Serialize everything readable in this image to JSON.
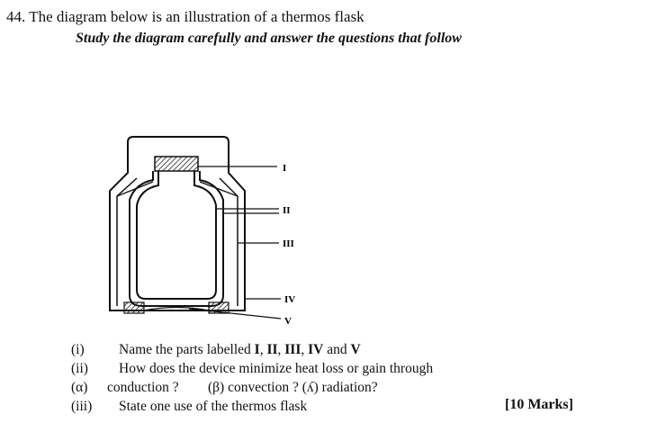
{
  "question": {
    "title": "44. The diagram below is an illustration of a thermos flask",
    "instruction": "Study the diagram carefully and answer the questions that follow"
  },
  "diagram": {
    "labels": [
      "I",
      "II",
      "III",
      "IV",
      "V"
    ]
  },
  "items": [
    {
      "num": "(i)",
      "text": "Name the parts labelled I, II, III, IV and V"
    },
    {
      "num": "(ii)",
      "text": "How does the device minimize heat loss or gain through"
    },
    {
      "num": "(α)",
      "text": "conduction ?",
      "beta": "(β) convection ? (ʎ) radiation?"
    },
    {
      "num": "(iii)",
      "text": "State one use of the thermos flask"
    }
  ],
  "marks": "[10 Marks]"
}
